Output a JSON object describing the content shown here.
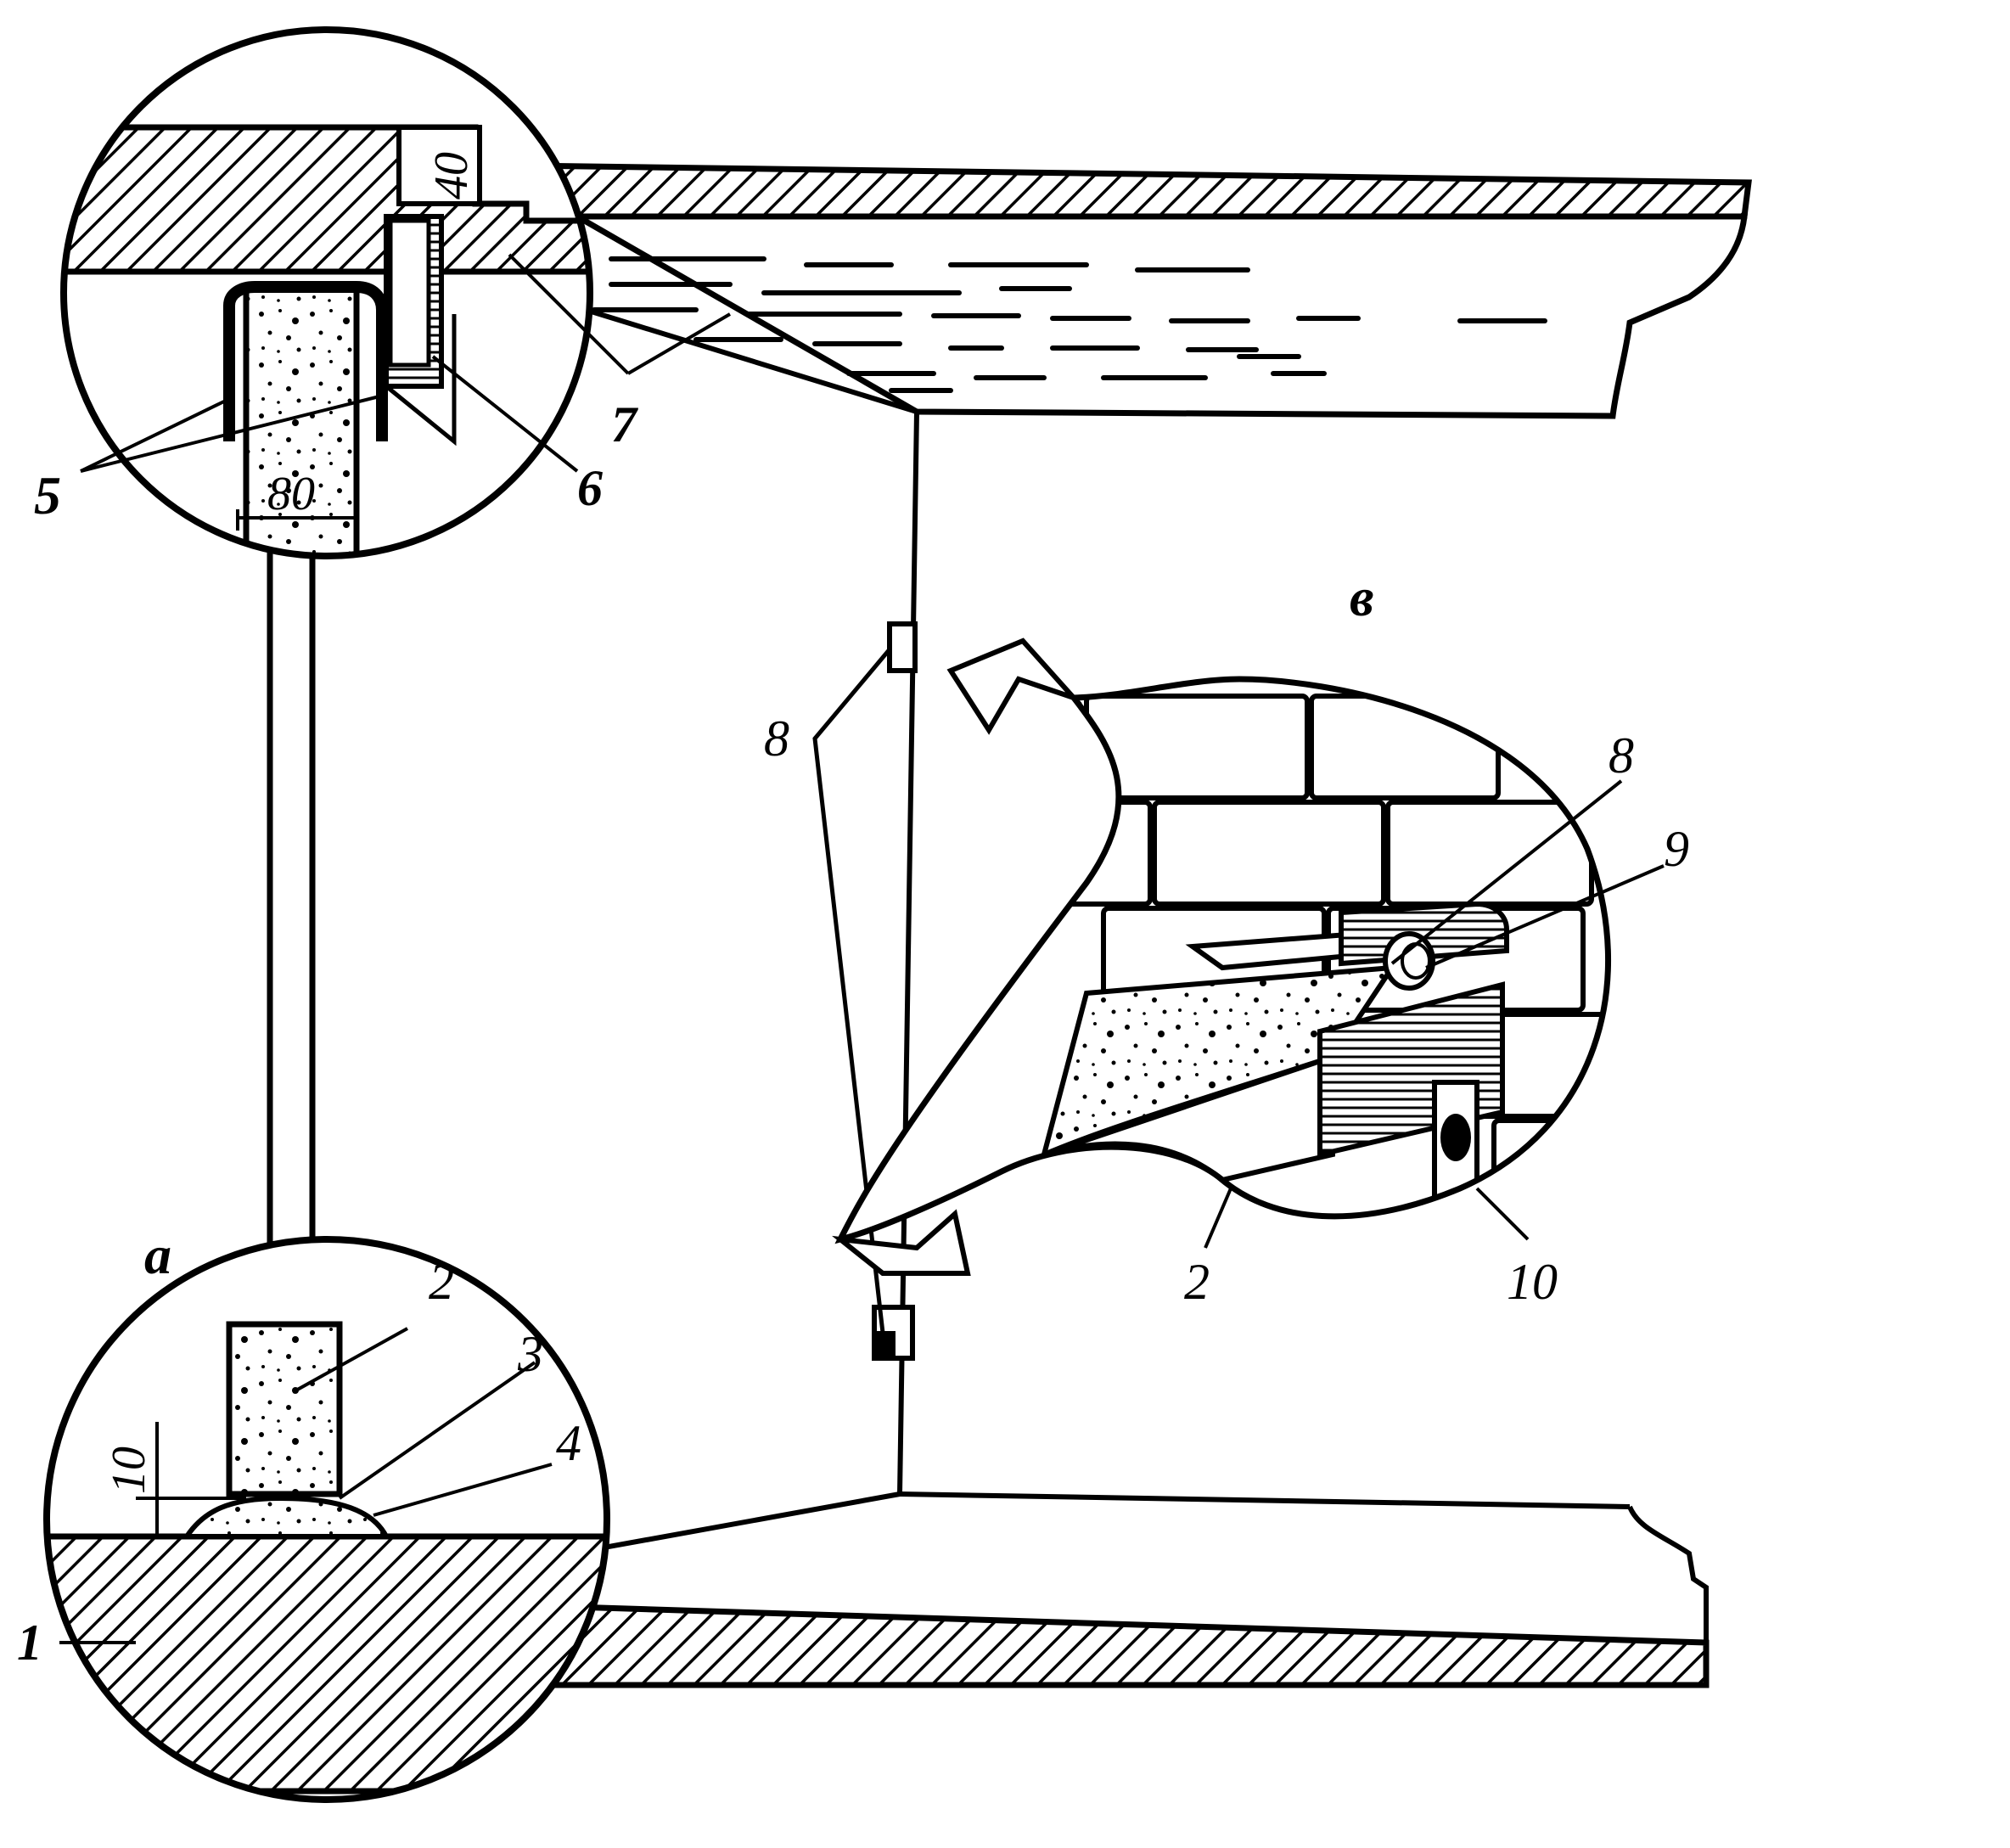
{
  "labels": {
    "view_a": "а",
    "view_v": "в",
    "n1": "1",
    "n2_lower": "2",
    "n2_detail": "2",
    "n3": "3",
    "n4": "4",
    "n5": "5",
    "n6": "6",
    "n7": "7",
    "n8_wall": "8",
    "n8_detail": "8",
    "n9": "9",
    "n10": "10"
  },
  "dimensions": {
    "top_slab_gap": "40",
    "partition_width": "80",
    "bottom_gap": "10"
  },
  "colors": {
    "ink": "#000000",
    "paper": "#ffffff"
  }
}
